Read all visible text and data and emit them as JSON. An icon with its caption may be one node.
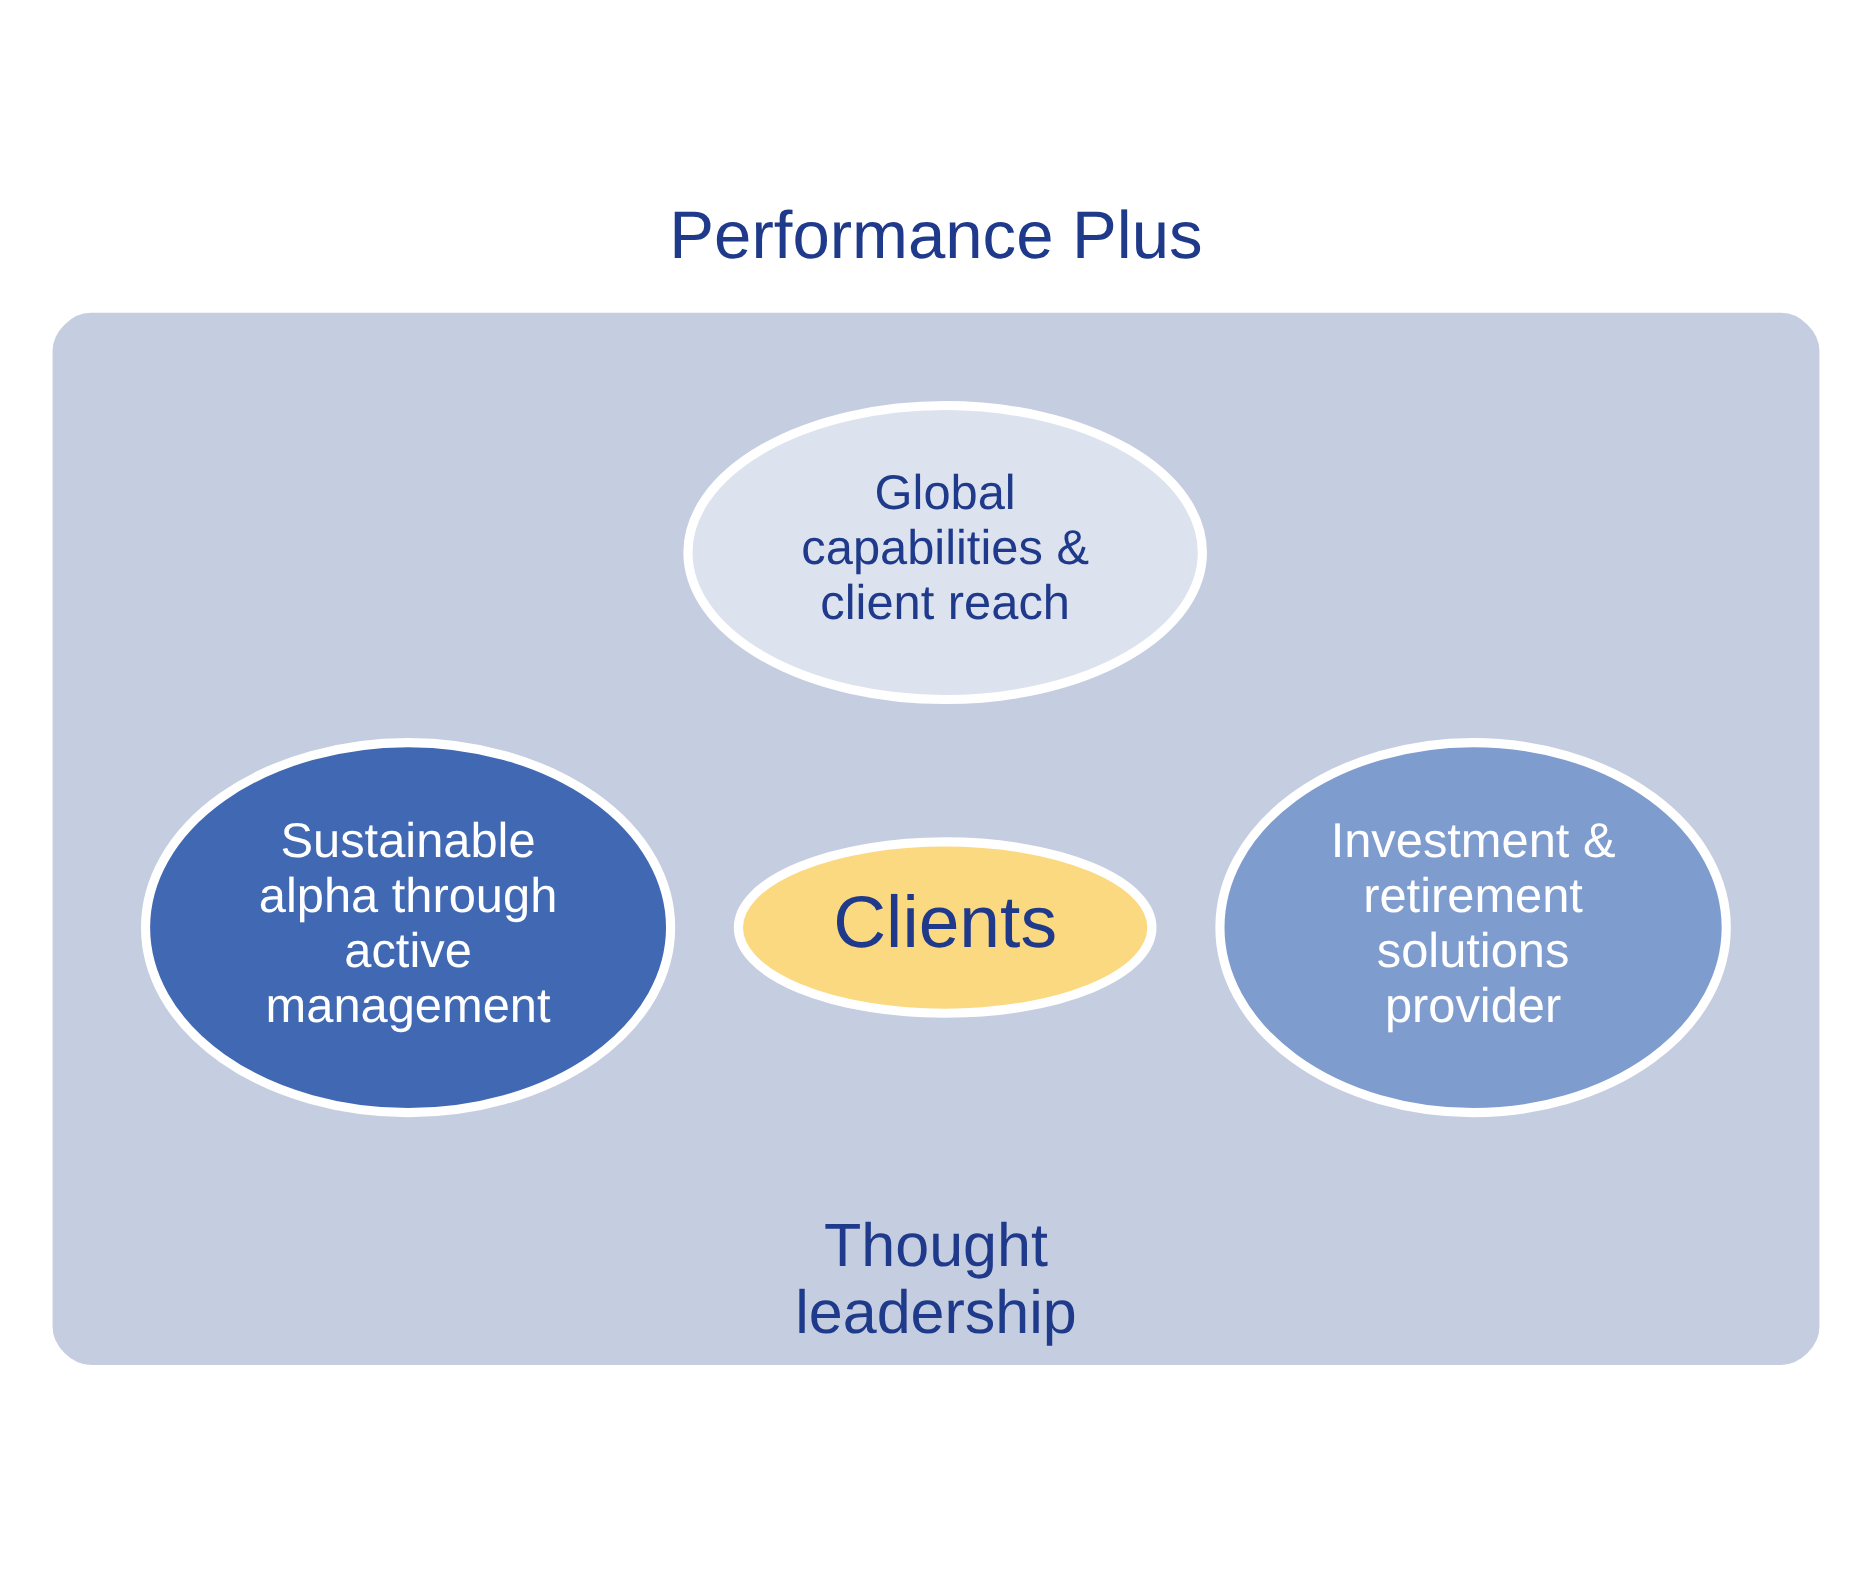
{
  "diagram": {
    "title": "Performance Plus",
    "nodes": [
      {
        "text": [
          "Thought leadership"
        ]
      },
      {
        "text": [
          "Global capabilities & client reach"
        ],
        "in": 0
      },
      {
        "text": [
          "Clients"
        ],
        "in": 0
      },
      {
        "text": [
          "Sustainable alpha through active management"
        ],
        "in": 0
      },
      {
        "text": [
          "Investment & retirement solutions provider"
        ],
        "in": 0
      }
    ],
    "edges": []
  }
}
